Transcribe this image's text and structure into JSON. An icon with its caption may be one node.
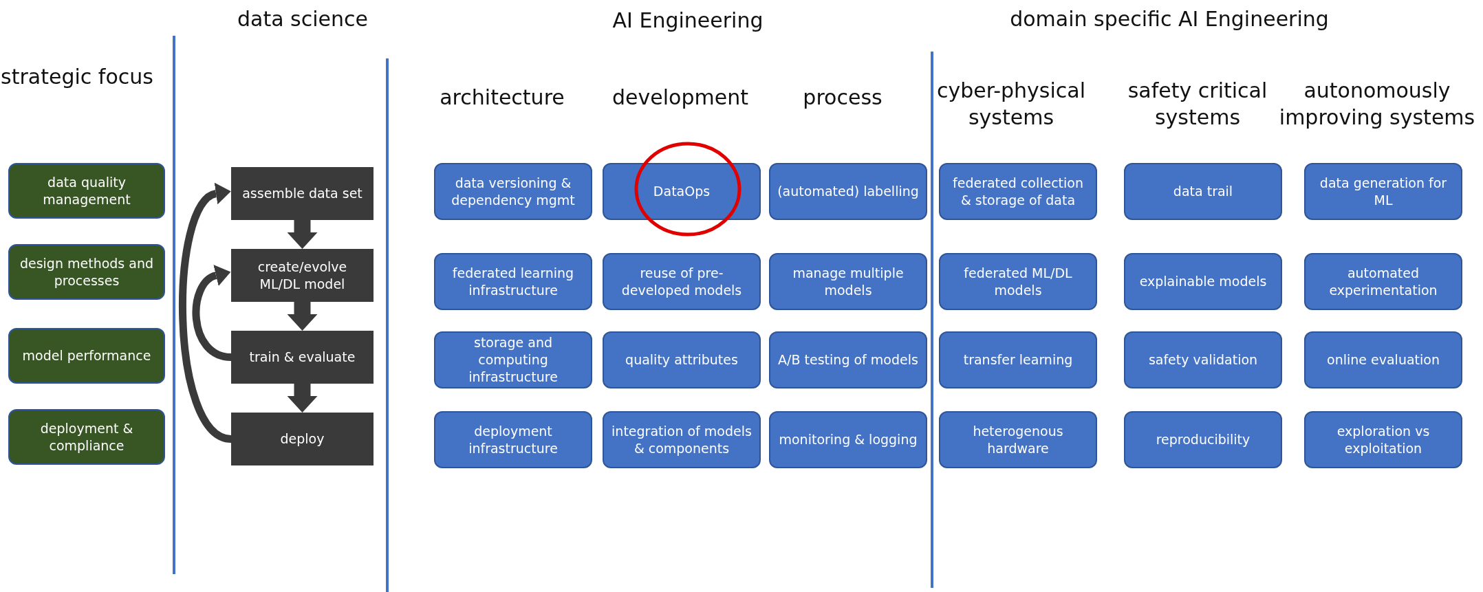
{
  "diagram": {
    "nodes": [
      {
        "text": [
          "data quality management"
        ]
      },
      {
        "text": [
          "design methods and processes"
        ]
      },
      {
        "text": [
          "model performance"
        ]
      },
      {
        "text": [
          "deployment & compliance"
        ]
      },
      {
        "text": [
          "assemble data set"
        ]
      },
      {
        "text": [
          "create/evolve ML/DL model"
        ]
      },
      {
        "text": [
          "train & evaluate"
        ]
      },
      {
        "text": [
          "deploy"
        ]
      },
      {
        "text": [
          "data versioning & dependency mgmt"
        ]
      },
      {
        "text": [
          "federated learning infrastructure"
        ]
      },
      {
        "text": [
          "storage and computing infrastructure"
        ]
      },
      {
        "text": [
          "deployment infrastructure"
        ]
      },
      {
        "text": [
          "DataOps"
        ]
      },
      {
        "text": [
          "reuse of pre-developed models"
        ]
      },
      {
        "text": [
          "quality attributes"
        ]
      },
      {
        "text": [
          "integration of models & components"
        ]
      },
      {
        "text": [
          "(automated) labelling"
        ]
      },
      {
        "text": [
          "manage multiple models"
        ]
      },
      {
        "text": [
          "A/B testing of models"
        ]
      },
      {
        "text": [
          "monitoring & logging"
        ]
      },
      {
        "text": [
          "federated collection & storage of data"
        ]
      },
      {
        "text": [
          "federated ML/DL models"
        ]
      },
      {
        "text": [
          "transfer learning"
        ]
      },
      {
        "text": [
          "heterogenous hardware"
        ]
      },
      {
        "text": [
          "data trail"
        ]
      },
      {
        "text": [
          "explainable models"
        ]
      },
      {
        "text": [
          "safety validation"
        ]
      },
      {
        "text": [
          "reproducibility"
        ]
      },
      {
        "text": [
          "data generation for ML"
        ]
      },
      {
        "text": [
          "automated experimentation"
        ]
      },
      {
        "text": [
          "online evaluation"
        ]
      },
      {
        "text": [
          "exploration vs exploitation"
        ]
      }
    ],
    "edges": [
      {
        "from": 4,
        "to": 5,
        "arrow": "to"
      },
      {
        "from": 5,
        "to": 6,
        "arrow": "to"
      },
      {
        "from": 6,
        "to": 7,
        "arrow": "to"
      },
      {
        "from": 7,
        "to": 4,
        "arrow": "to"
      },
      {
        "from": 6,
        "to": 5,
        "arrow": "to"
      }
    ],
    "labels": [
      "data science",
      "AI Engineering",
      "domain specific AI Engineering",
      "strategic focus",
      "architecture",
      "development",
      "process",
      "cyber-physical systems",
      "safety critical systems",
      "autonomously improving systems"
    ]
  }
}
